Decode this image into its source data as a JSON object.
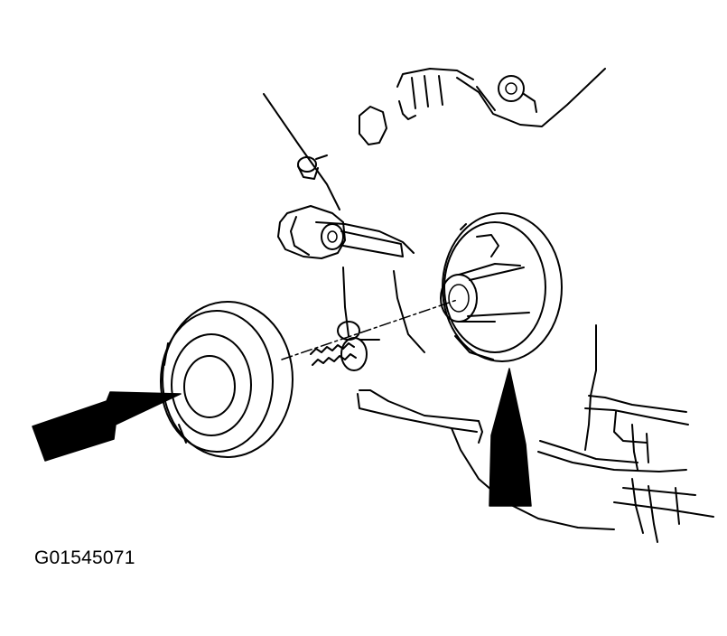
{
  "figure": {
    "code": "G01545071",
    "style": "black line-art technical illustration on white",
    "depicts": [
      "engine-block",
      "bracket",
      "bolt",
      "seal",
      "seal-bore",
      "arrow-to-seal",
      "arrow-to-seal-bore",
      "alignment-line"
    ]
  },
  "colors": {
    "ink": "#000000",
    "background": "#ffffff"
  }
}
